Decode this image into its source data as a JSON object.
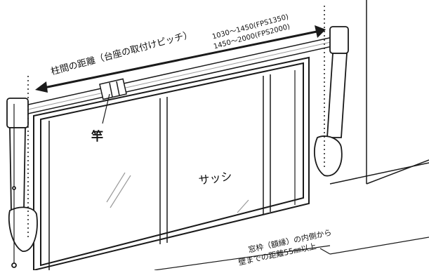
{
  "labels": {
    "distance": "柱間の距離（台座の取付けピッチ）",
    "range_1": "1030～1450(FPS1350)",
    "range_2": "1450～2000(FPS2000)",
    "pole": "竿",
    "sash": "サッシ",
    "note_line1": "窓枠（額縁）の内側から",
    "note_line2": "壁までの距離55㎜以上"
  },
  "colors": {
    "line": "#1a1a1a",
    "gray": "#9a9a9a",
    "fill": "#ffffff"
  }
}
